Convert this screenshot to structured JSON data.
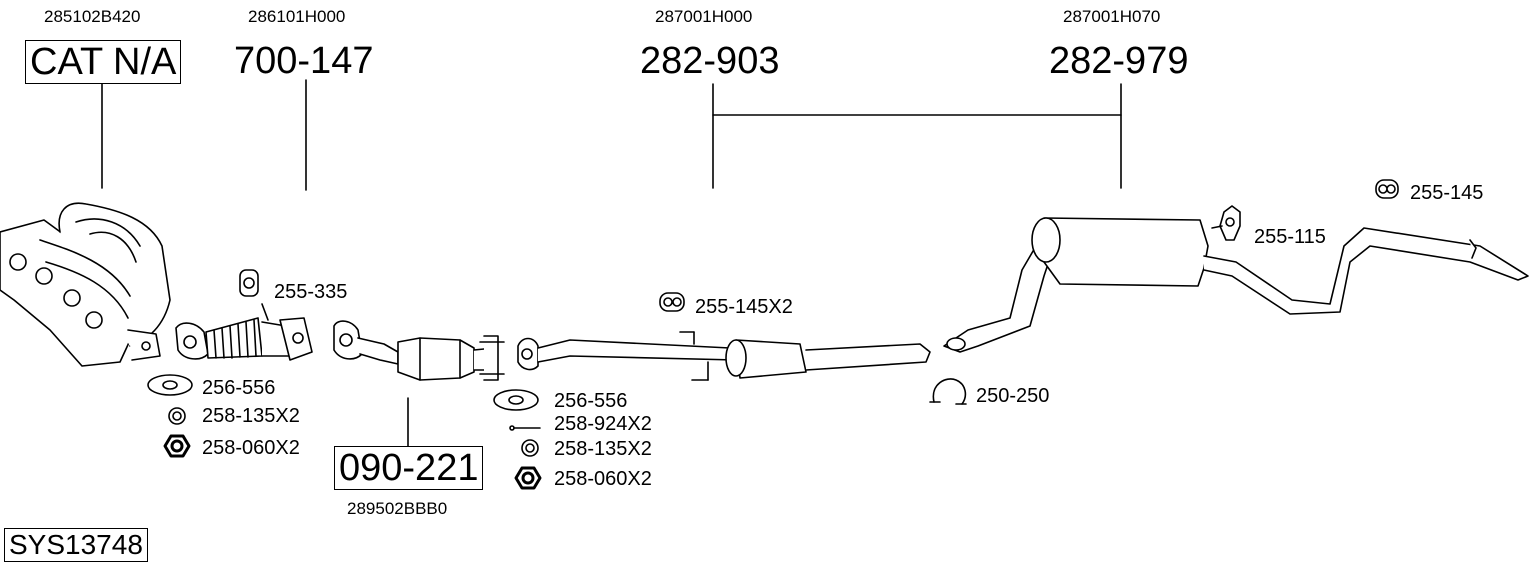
{
  "diagram": {
    "system_code": "SYS13748",
    "groups": [
      {
        "oem": "285102B420",
        "part": "CAT N/A"
      },
      {
        "oem": "286101H000",
        "part": "700-147"
      },
      {
        "oem": "287001H000",
        "part": "282-903"
      },
      {
        "oem": "287001H070",
        "part": "282-979"
      },
      {
        "oem": "289502BBB0",
        "part": "090-221"
      }
    ],
    "hardware": {
      "front": [
        "255-335",
        "256-556",
        "258-135X2",
        "258-060X2"
      ],
      "cat": [
        "256-556",
        "258-924X2",
        "258-135X2",
        "258-060X2"
      ],
      "mid": [
        "255-145X2"
      ],
      "clamp": "250-250",
      "rear": [
        "255-115",
        "255-145"
      ]
    }
  }
}
